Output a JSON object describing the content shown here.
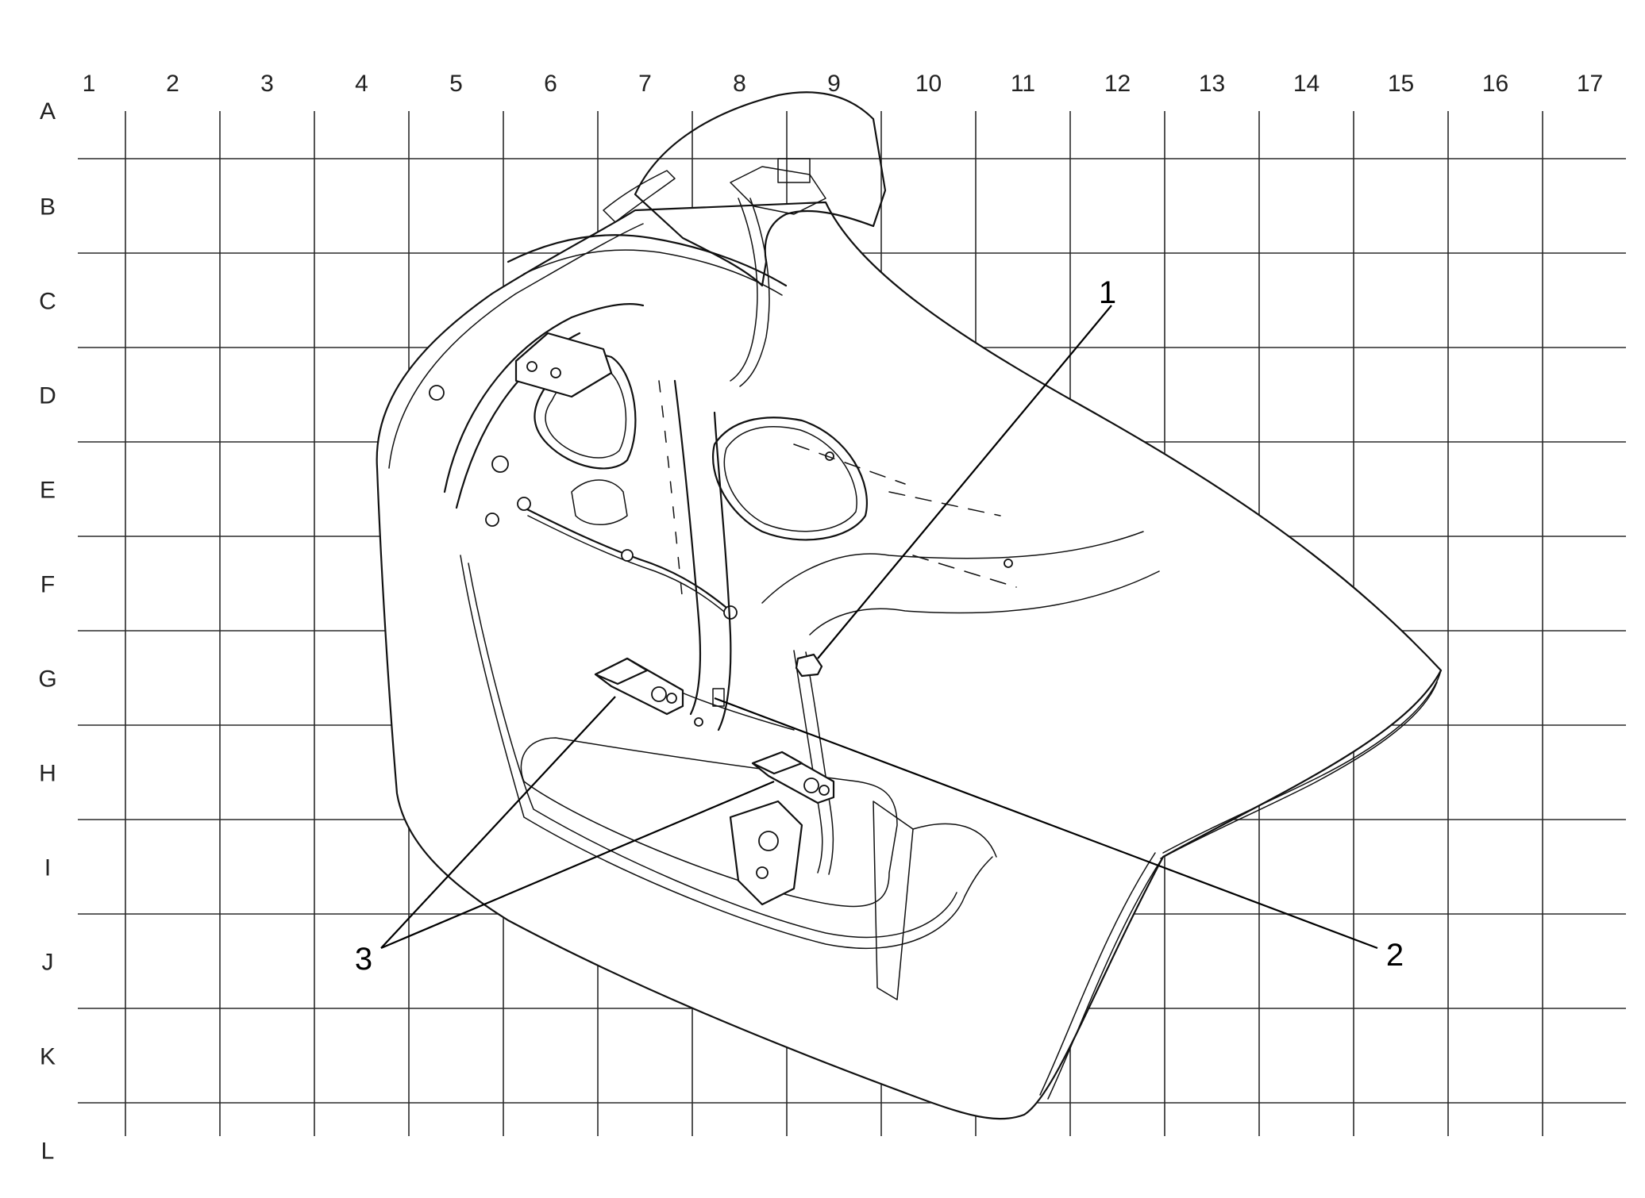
{
  "grid": {
    "columns": [
      "1",
      "2",
      "3",
      "4",
      "5",
      "6",
      "7",
      "8",
      "9",
      "10",
      "11",
      "12",
      "13",
      "14",
      "15",
      "16",
      "17"
    ],
    "rows": [
      "A",
      "B",
      "C",
      "D",
      "E",
      "F",
      "G",
      "H",
      "I",
      "J",
      "K",
      "L"
    ]
  },
  "callouts": [
    {
      "id": "1",
      "label": "1"
    },
    {
      "id": "2",
      "label": "2"
    },
    {
      "id": "3",
      "label": "3"
    }
  ]
}
